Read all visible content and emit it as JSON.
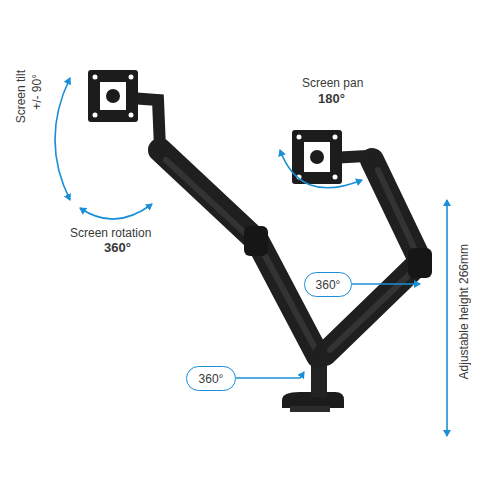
{
  "diagram": {
    "nodes": [
      {
        "text": [
          "360°"
        ]
      },
      {
        "text": [
          "360°"
        ]
      }
    ],
    "labels": [
      "Screen tilt",
      "+/- 90°",
      "Screen rotation",
      "360°",
      "Screen pan",
      "180°",
      "Adjustable height 266mm"
    ]
  }
}
